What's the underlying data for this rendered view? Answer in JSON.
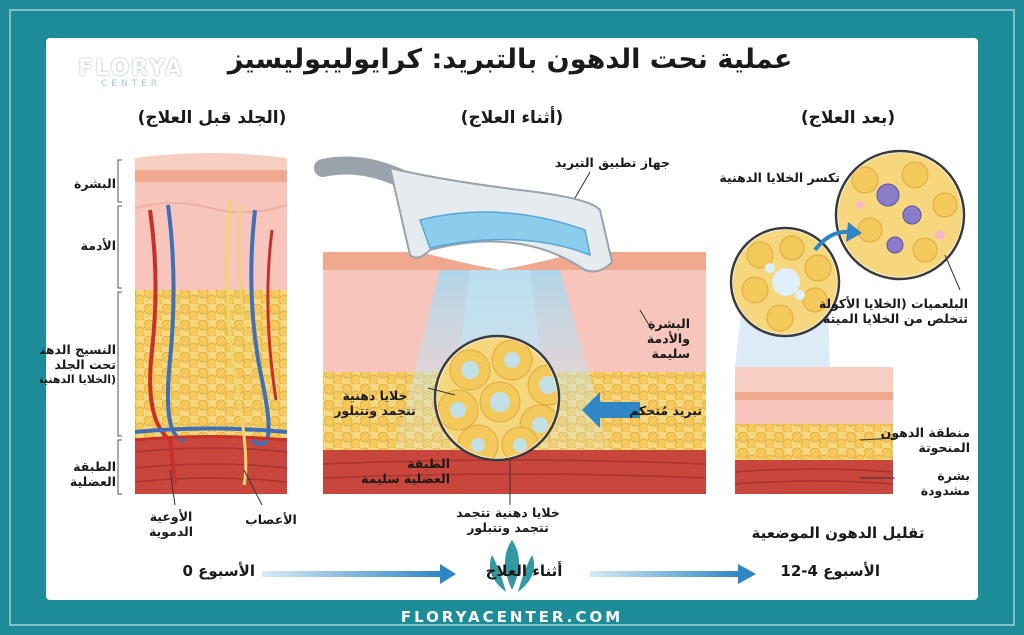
{
  "title": "عملية نحت الدهون بالتبريد: كرايوليبوليسيز",
  "logo": {
    "name": "FLORYA",
    "sub": "CENTER"
  },
  "columns": {
    "before": {
      "heading": "(الجلد قبل العلاج)"
    },
    "during": {
      "heading": "(أثناء العلاج)"
    },
    "after": {
      "heading": "(بعد العلاج)"
    }
  },
  "before_labels": {
    "epidermis": "البشرة",
    "dermis": "الأدمة",
    "subcutaneous_1": "النسيج الدهني",
    "subcutaneous_2": "تحت الجلد",
    "subcutaneous_3": "(الخلايا الدهنية)",
    "muscle_1": "الطبقة",
    "muscle_2": "العضلية",
    "vessels_1": "الأوعية",
    "vessels_2": "الدموية",
    "nerves": "الأعصاب"
  },
  "during_labels": {
    "device": "جهاز تطبيق التبريد",
    "skin_1": "البشرة",
    "skin_2": "والأدمة",
    "skin_3": "سليمة",
    "cooling": "تبريد مُتحكم",
    "cells_left_1": "خلايا دهنية",
    "cells_left_2": "تتجمد وتتبلور",
    "muscle_1": "الطبقة",
    "muscle_2": "العضلية سليمة",
    "cells_bottom_1": "خلايا دهنية تتجمد",
    "cells_bottom_2": "تتجمد وتتبلور"
  },
  "after_labels": {
    "breakdown": "تكسر الخلايا الدهنية",
    "macro_1": "البلعميات (الخلايا الأكولة)",
    "macro_2": "تتخلص من الخلايا الميتة",
    "sculpted_1": "منطقة الدهون",
    "sculpted_2": "المنحوتة",
    "tight_1": "بشرة",
    "tight_2": "مشدودة",
    "reduction": "تقليل الدهون الموضعية"
  },
  "timeline": {
    "start": "الأسبوع 0",
    "middle": "أثناء العلاج",
    "end": "الأسبوع 4-12"
  },
  "footer": "FLORYACENTER.COM",
  "colors": {
    "frame": "#1c8d98",
    "fat": "#f3c95b",
    "skin": "#f4b6a6",
    "muscle": "#c9463d",
    "cool": "#7cc6ea",
    "arrow": "#2f86c4"
  }
}
